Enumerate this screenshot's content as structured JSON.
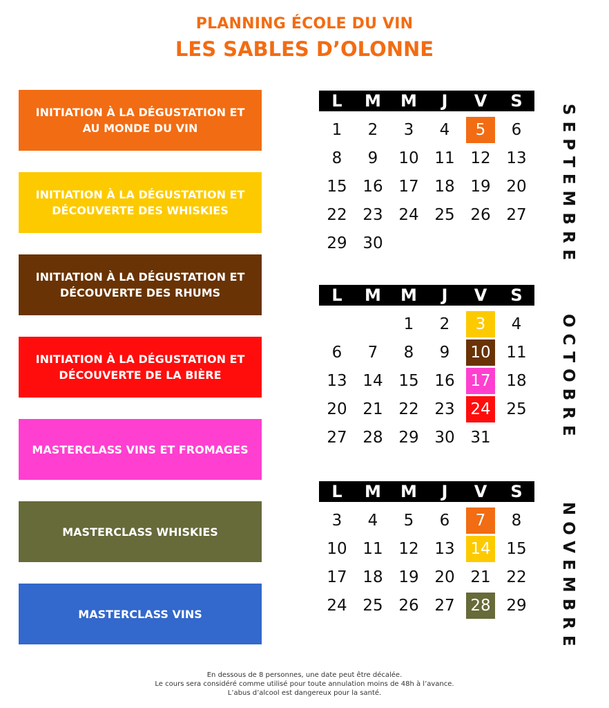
{
  "header": {
    "title": "PLANNING ÉCOLE DU VIN",
    "subtitle": "LES SABLES D’OLONNE"
  },
  "legend": [
    {
      "label": "INITIATION À LA DÉGUSTATION ET AU MONDE DU VIN",
      "color": "#f26c13"
    },
    {
      "label": "INITIATION À LA DÉGUSTATION ET DÉCOUVERTE DES WHISKIES",
      "color": "#fdca00"
    },
    {
      "label": "INITIATION À LA DÉGUSTATION ET DÉCOUVERTE DES RHUMS",
      "color": "#693305"
    },
    {
      "label": "INITIATION À LA DÉGUSTATION ET DÉCOUVERTE DE LA BIÈRE",
      "color": "#ff0d0d"
    },
    {
      "label": "MASTERCLASS VINS ET FROMAGES",
      "color": "#ff3fd0"
    },
    {
      "label": "MASTERCLASS WHISKIES",
      "color": "#676a39"
    },
    {
      "label": "MASTERCLASS VINS",
      "color": "#3368cc"
    }
  ],
  "weekdays": [
    "L",
    "M",
    "M",
    "J",
    "V",
    "S"
  ],
  "months": [
    {
      "name": "SEPTEMBRE",
      "cells": [
        "1",
        "2",
        "3",
        "4",
        "5",
        "6",
        "8",
        "9",
        "10",
        "11",
        "12",
        "13",
        "15",
        "16",
        "17",
        "18",
        "19",
        "20",
        "22",
        "23",
        "24",
        "25",
        "26",
        "27",
        "29",
        "30",
        "",
        "",
        "",
        ""
      ],
      "highlights": {
        "5": "#f26c13"
      }
    },
    {
      "name": "OCTOBRE",
      "cells": [
        "",
        "",
        "1",
        "2",
        "3",
        "4",
        "6",
        "7",
        "8",
        "9",
        "10",
        "11",
        "13",
        "14",
        "15",
        "16",
        "17",
        "18",
        "20",
        "21",
        "22",
        "23",
        "24",
        "25",
        "27",
        "28",
        "29",
        "30",
        "31",
        ""
      ],
      "highlights": {
        "3": "#fdca00",
        "10": "#693305",
        "17": "#ff3fd0",
        "24": "#ff0d0d"
      }
    },
    {
      "name": "NOVEMBRE",
      "cells": [
        "3",
        "4",
        "5",
        "6",
        "7",
        "8",
        "10",
        "11",
        "12",
        "13",
        "14",
        "15",
        "17",
        "18",
        "19",
        "20",
        "21",
        "22",
        "24",
        "25",
        "26",
        "27",
        "28",
        "29"
      ],
      "highlights": {
        "7": "#f26c13",
        "14": "#fdca00",
        "28": "#676a39"
      }
    }
  ],
  "footer": [
    "En dessous de 8 personnes, une date peut être décalée.",
    "Le cours sera considéré comme utilisé pour toute annulation moins de 48h à l’avance.",
    "L’abus d’alcool est dangereux pour la santé."
  ]
}
